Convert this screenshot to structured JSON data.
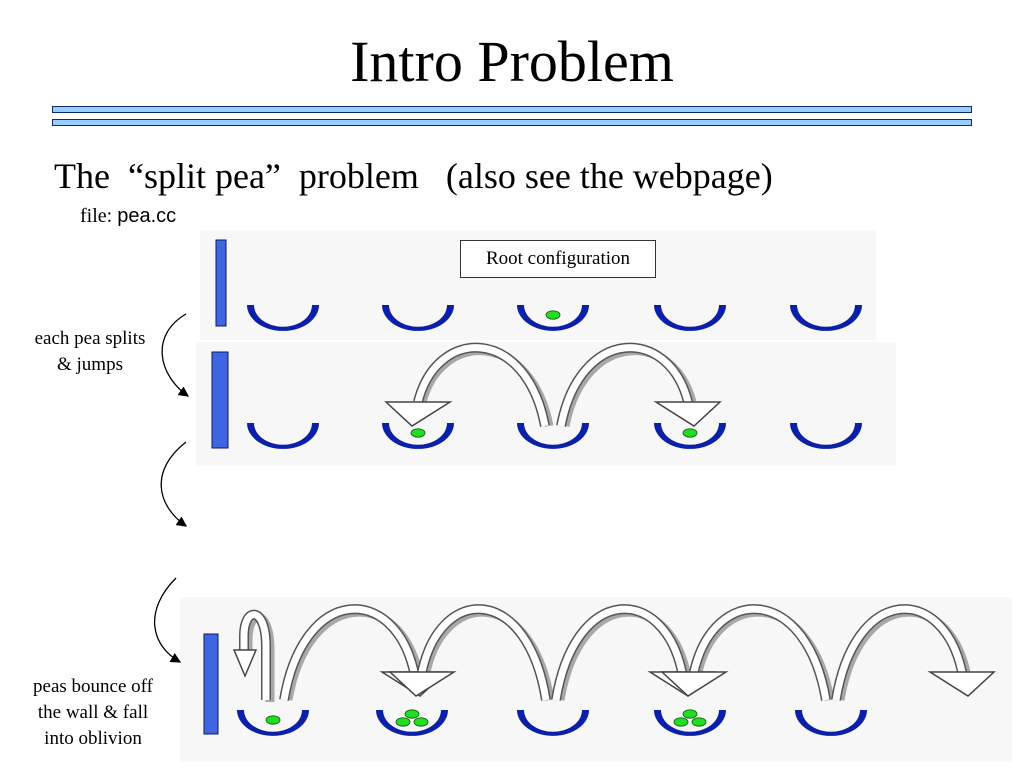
{
  "slide": {
    "title": "Intro Problem",
    "subtitle": "The  “split pea”  problem   (also see the webpage)",
    "file_label": "file:",
    "file_name": "pea.cc"
  },
  "diagram": {
    "root_label": "Root configuration",
    "note_split": [
      "each pea splits",
      "& jumps"
    ],
    "note_bounce": [
      "peas bounce off",
      "the wall & fall",
      "into oblivion"
    ],
    "colors": {
      "bowl": "#0b1fa8",
      "pea": "#22dd22",
      "wall": "#3f66e0",
      "arrow_shadow": "#a8a8a8",
      "rule": "#99ccff"
    },
    "rows": [
      {
        "name": "root",
        "peas": [
          0,
          0,
          1,
          0,
          0
        ]
      },
      {
        "name": "after-one-jump",
        "peas": [
          0,
          1,
          0,
          1,
          0
        ]
      },
      {
        "name": "later",
        "peas": [
          1,
          3,
          0,
          3,
          0
        ]
      }
    ]
  }
}
